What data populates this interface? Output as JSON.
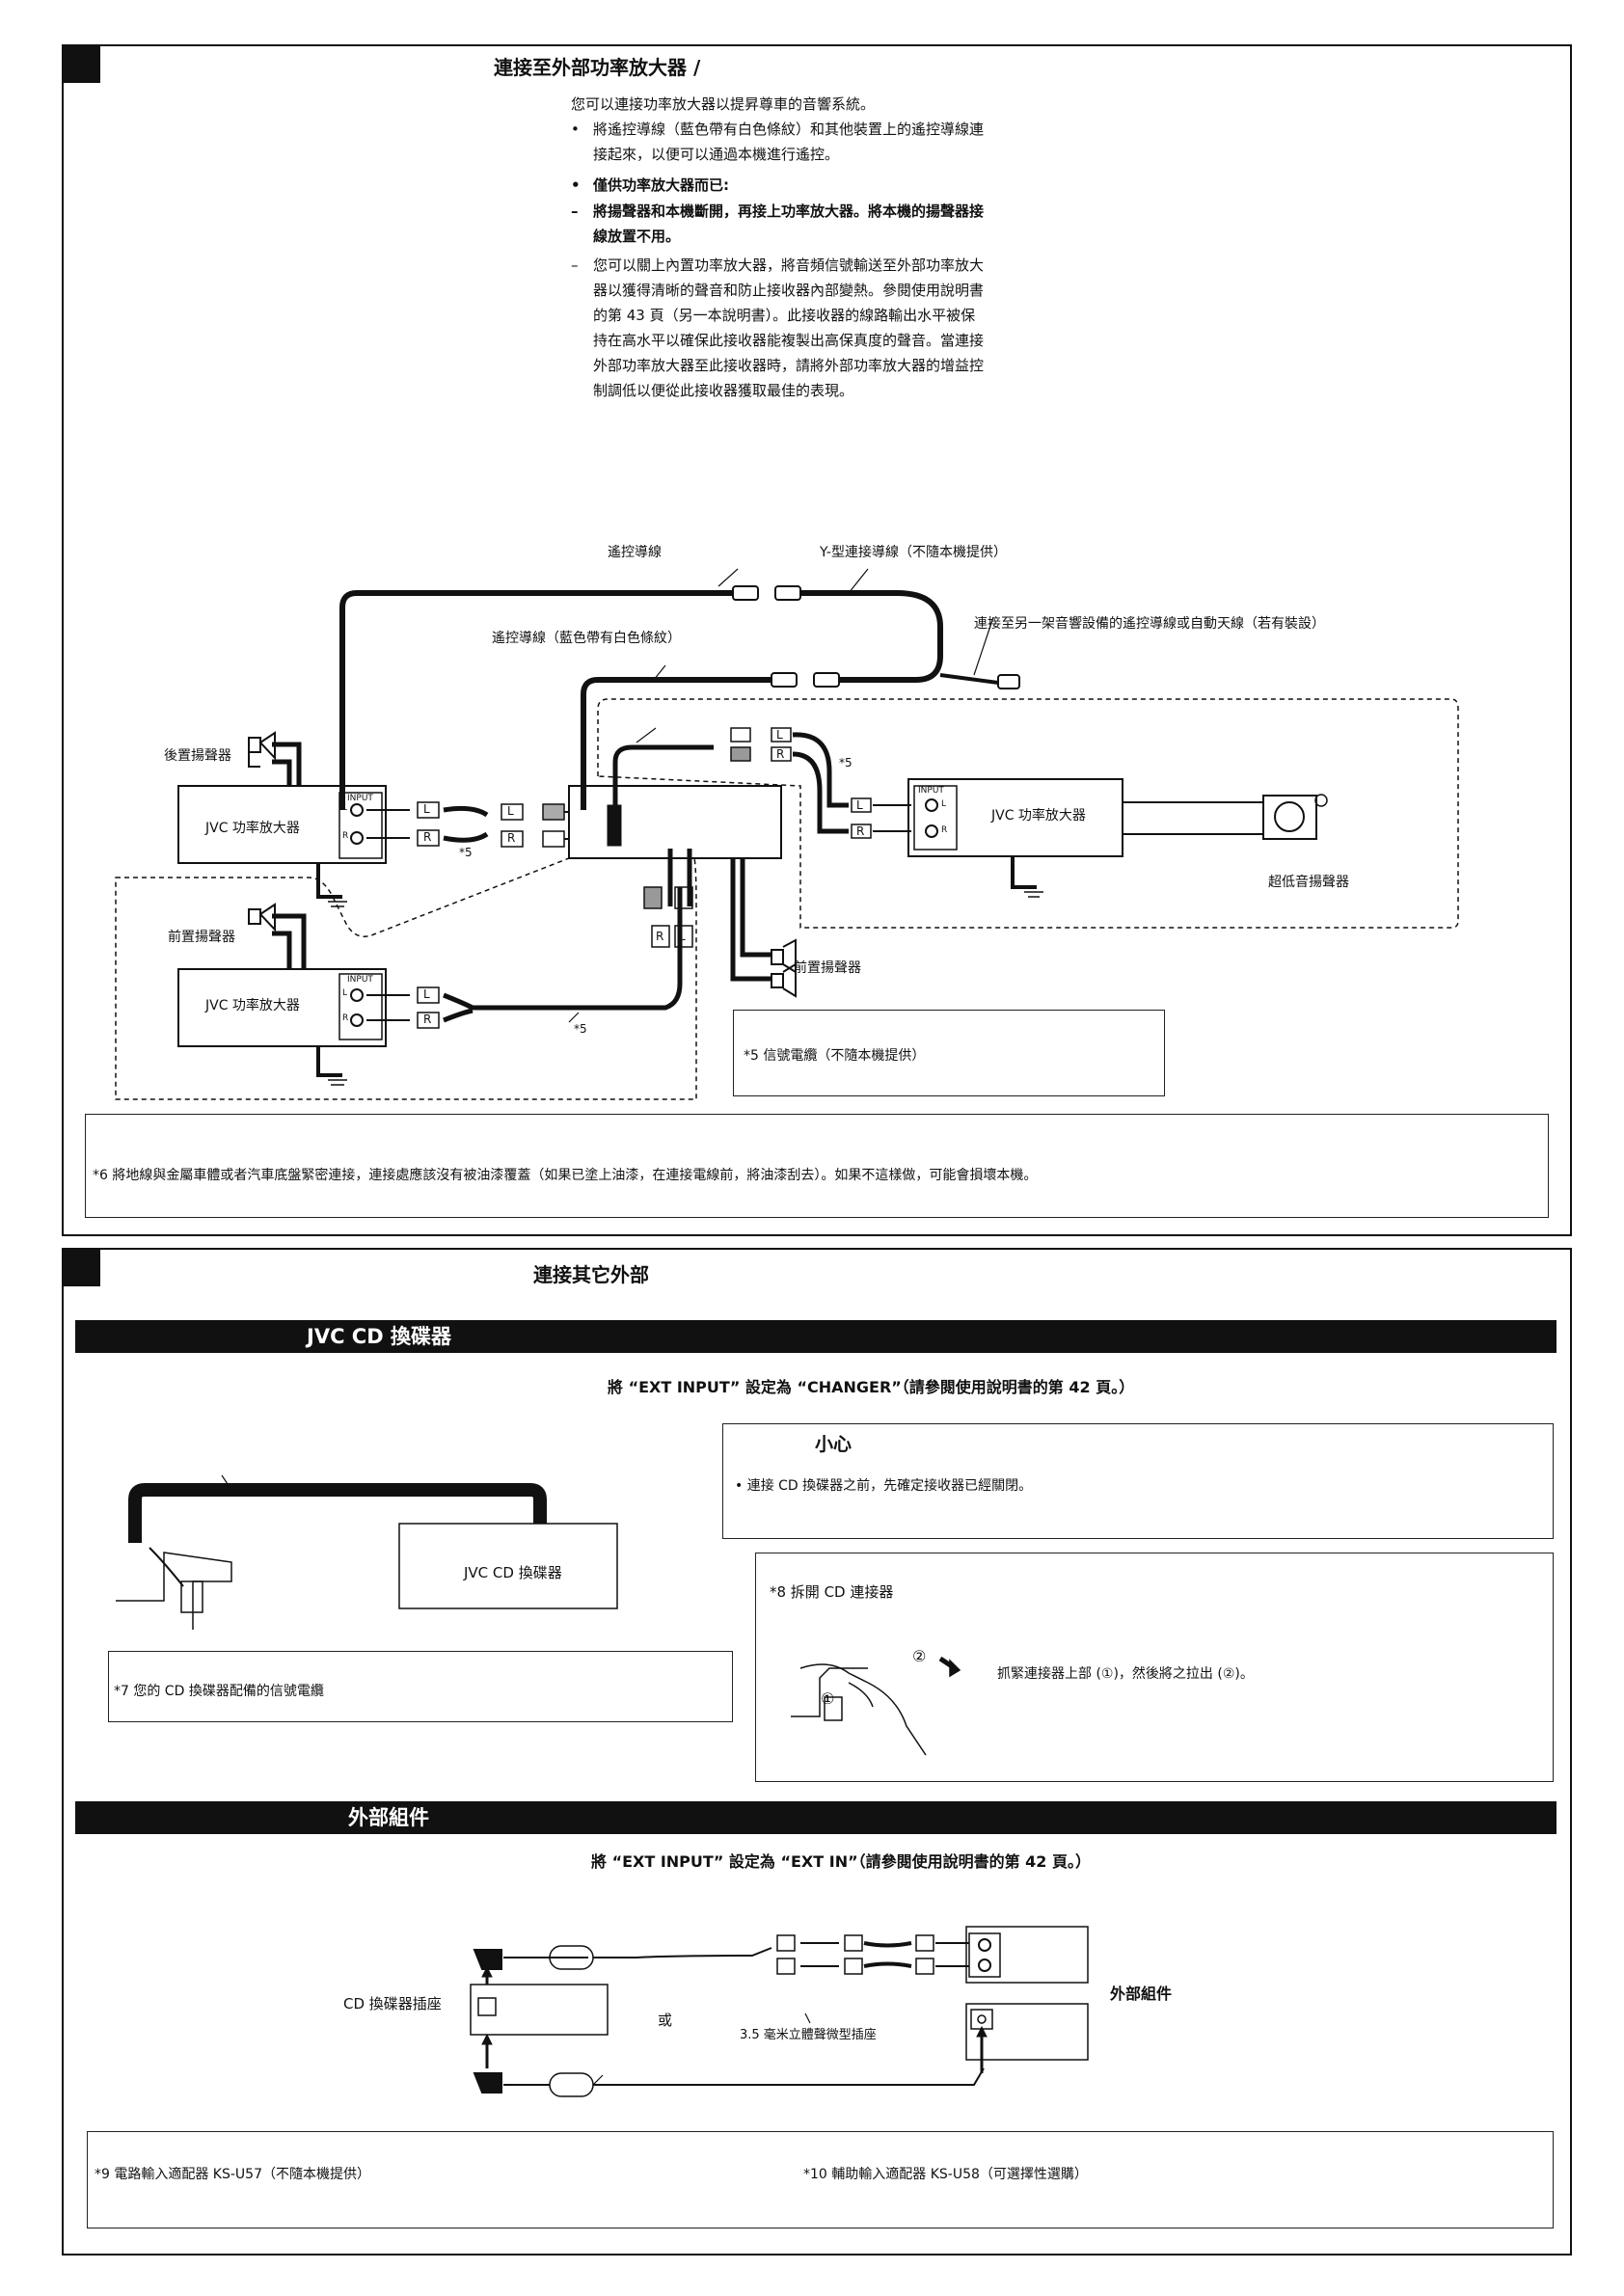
{
  "amp_section": {
    "title": "連接至外部功率放大器 /",
    "intro": "您可以連接功率放大器以提昇尊車的音響系統。",
    "bullet1_a": "將遙控導線（藍色帶有白色條紋）和其他裝置上的遙控導線連",
    "bullet1_b": "接起來，以便可以通過本機進行遙控。",
    "bullet2": "僅供功率放大器而已:",
    "dash1_a": "將揚聲器和本機斷開，再接上功率放大器。將本機的揚聲器接",
    "dash1_b": "線放置不用。",
    "dash2": [
      "您可以關上內置功率放大器，將音頻信號輸送至外部功率放大",
      "器以獲得清晰的聲音和防止接收器內部變熱。參閱使用說明書",
      "的第 43 頁（另一本說明書）。此接收器的線路輸出水平被保",
      "持在高水平以確保此接收器能複製出高保真度的聲音。當連接",
      "外部功率放大器至此接收器時，請將外部功率放大器的增益控",
      "制調低以便從此接收器獲取最佳的表現。"
    ],
    "diagram": {
      "remote_lead": "遙控導線",
      "y_cable": "Y-型連接導線（不隨本機提供）",
      "remote_lead_blue": "遙控導線（藍色帶有白色條紋）",
      "to_other": "連接至另一架音響設備的遙控導線或自動天線（若有裝設）",
      "rear_speakers": "後置揚聲器",
      "front_speakers_left": "前置揚聲器",
      "front_speakers_right": "前置揚聲器",
      "subwoofer": "超低音揚聲器",
      "amp_label": "JVC 功率放大器",
      "input": "INPUT",
      "l": "L",
      "r": "R",
      "star5": "*5"
    },
    "note5": "*5  信號電纜（不隨本機提供）",
    "note6": "*6  將地線與金屬車體或者汽車底盤緊密連接，連接處應該沒有被油漆覆蓋（如果已塗上油漆，在連接電線前，將油漆刮去）。如果不這樣做，可能會損壞本機。"
  },
  "other_section": {
    "title": "連接其它外部",
    "changer_bar": "JVC CD 換碟器",
    "changer_setting": "將 “EXT INPUT” 設定為 “CHANGER”（請參閱使用說明書的第 42 頁。）",
    "caution_title": "小心",
    "caution_text": "• 連接 CD 換碟器之前，先確定接收器已經關閉。",
    "changer_label": "JVC CD 換碟器",
    "note7": "*7  您的 CD 換碟器配備的信號電纜",
    "note8": "*8  拆開 CD 連接器",
    "note8_text": "抓緊連接器上部 (①)，然後將之拉出 (②)。",
    "circle1": "①",
    "circle2": "②",
    "ext_bar": "外部組件",
    "ext_setting": "將 “EXT INPUT” 設定為 “EXT IN”（請參閱使用說明書的第 42 頁。）",
    "cd_jack": "CD 換碟器插座",
    "or": "或",
    "mini_jack": "3.5 毫米立體聲微型插座",
    "ext_component": "外部組件",
    "note9": "*9  電路輸入適配器 KS-U57（不隨本機提供）",
    "note10": "*10  輔助輸入適配器 KS-U58（可選擇性選購）"
  }
}
